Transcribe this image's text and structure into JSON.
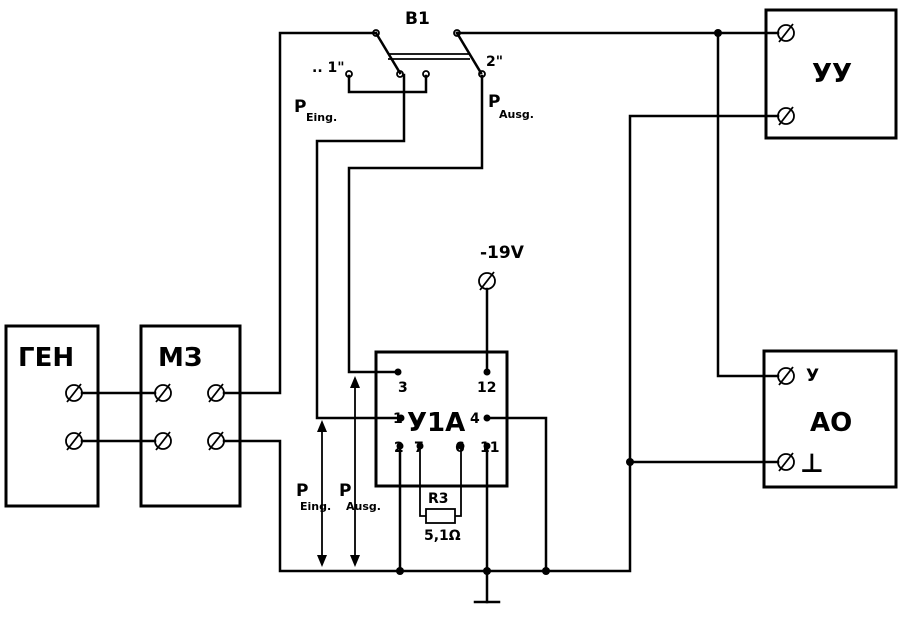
{
  "switch": {
    "name": "B1",
    "pos1": ".. 1\"",
    "pos2": "2\""
  },
  "labels": {
    "p_in_letter": "P",
    "p_in_sub": "Eing.",
    "p_out_letter": "P",
    "p_out_sub": "Ausg.",
    "supply": "-19V",
    "resistor_name": "R3",
    "resistor_value": "5,1Ω"
  },
  "blocks": {
    "gen": "ГЕН",
    "mz": "МЗ",
    "uu": "УУ",
    "chip": "У1А",
    "ao": "АО",
    "ao_y": "У",
    "ao_ground": "⊥"
  },
  "pins": {
    "p3": "3",
    "p12": "12",
    "p1": "1",
    "p4": "4",
    "p2": "2",
    "p7": "7",
    "p6": "6",
    "p11": "11"
  }
}
